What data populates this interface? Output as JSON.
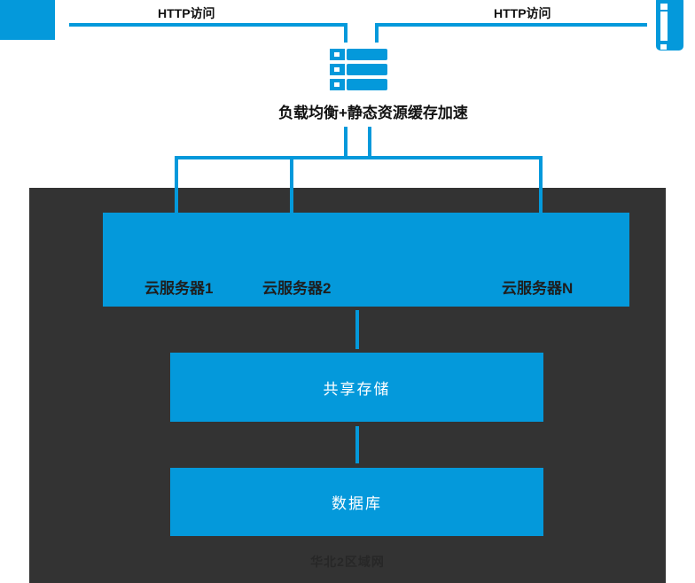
{
  "diagram": {
    "clients": {
      "pc_icon": "desktop-client",
      "mobile_icon": "mobile-client",
      "left_link_label": "HTTP访问",
      "right_link_label": "HTTP访问"
    },
    "load_balancer": {
      "icon": "server-stack",
      "label": "负载均衡+静态资源缓存加速"
    },
    "datacenter": {
      "cloud_servers": {
        "items": [
          {
            "label": "云服务器1"
          },
          {
            "label": "云服务器2"
          },
          {
            "label": "云服务器N"
          }
        ]
      },
      "shared_storage": {
        "label": "共享存储"
      },
      "database": {
        "label": "数据库"
      },
      "region_label": "华北2区域网"
    },
    "colors": {
      "accent": "#0499db",
      "panel_dark": "#333333",
      "text_dark": "#1e1e1e",
      "text_light": "#ffffff"
    }
  }
}
